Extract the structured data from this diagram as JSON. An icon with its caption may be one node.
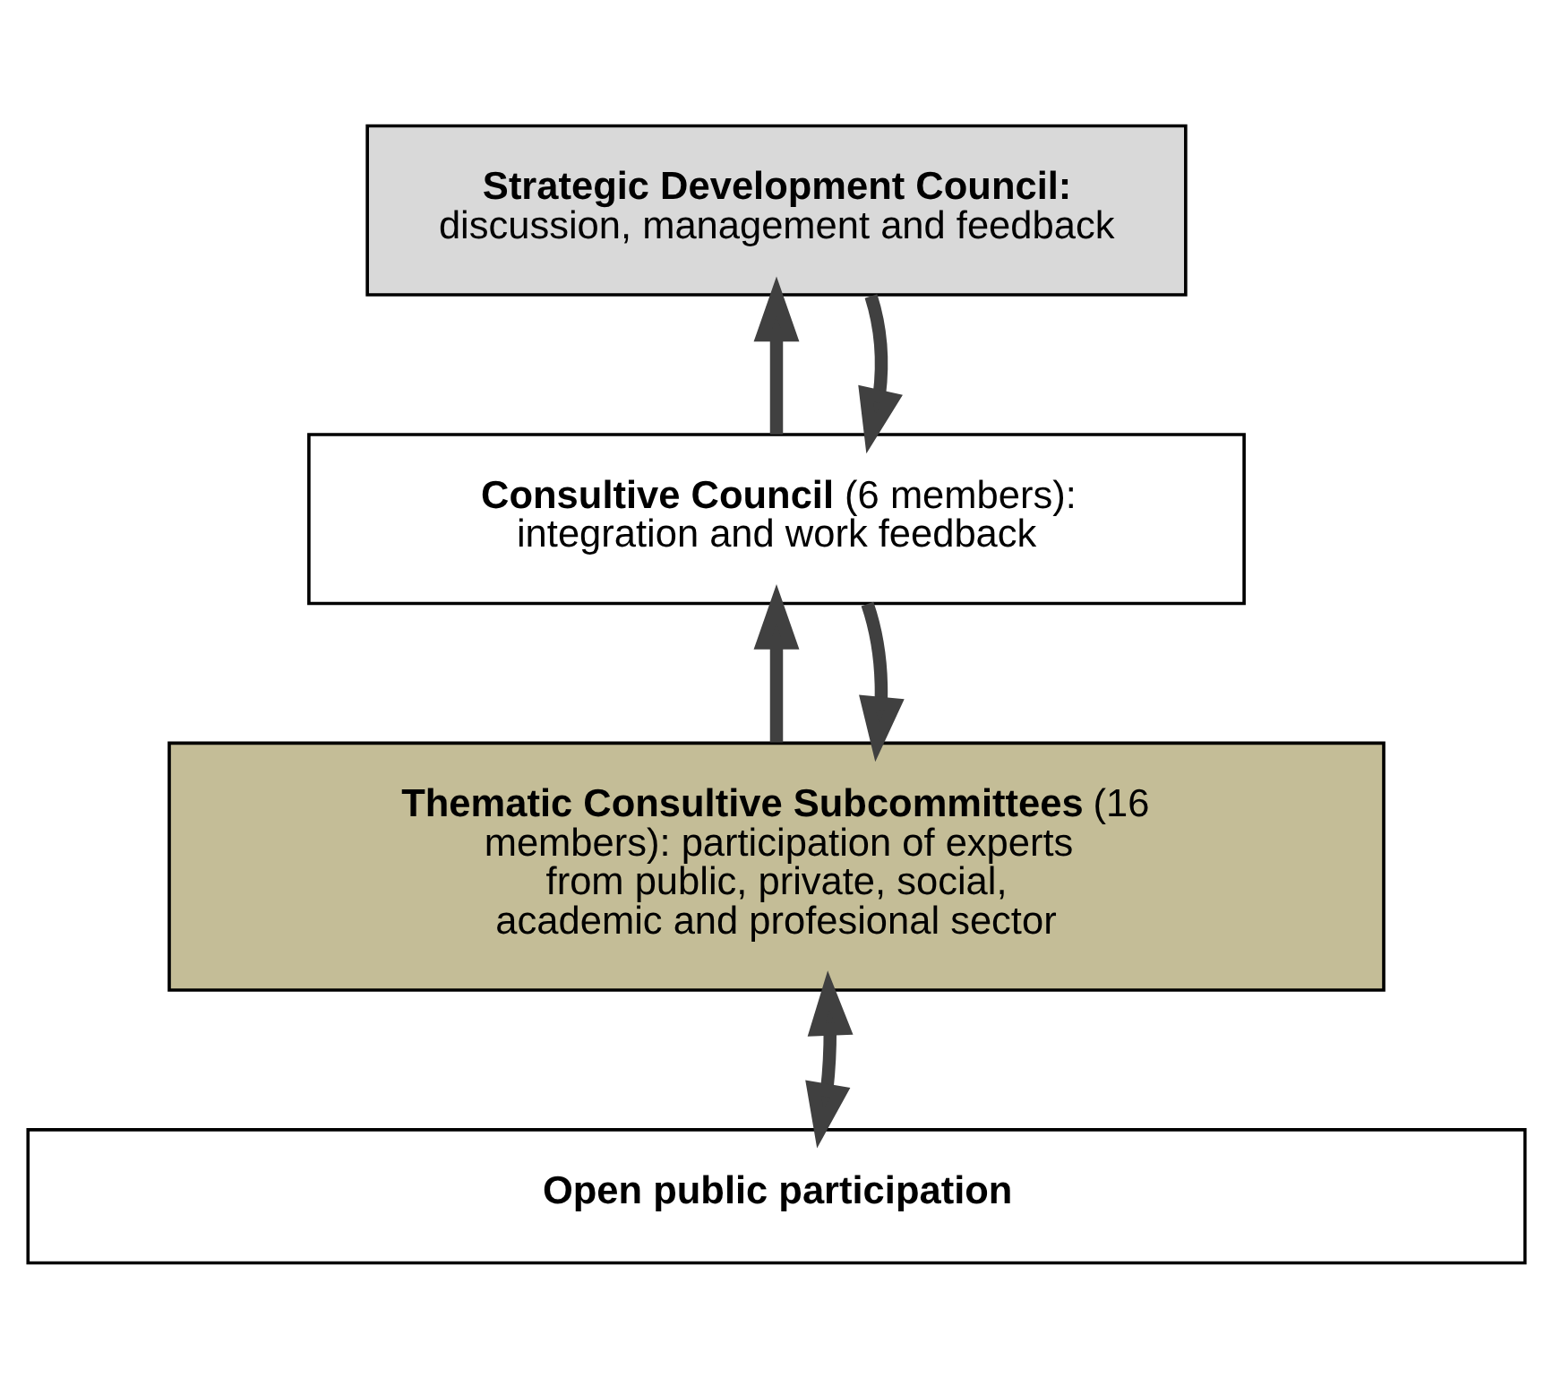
{
  "diagram": {
    "nodes": [
      {
        "text": [
          "**Strategic Development Council:** discussion, management and feedback"
        ]
      },
      {
        "text": [
          "**Consultive Council** (6 members): integration and work feedback"
        ]
      },
      {
        "text": [
          "**Thematic Consultive Subcommittees** (16 members): participation of experts from public, private, social, academic and profesional sector"
        ]
      },
      {
        "text": [
          "**Open public participation**"
        ]
      }
    ],
    "edges": [
      {
        "from": 2,
        "to": 1,
        "arrow": "to"
      },
      {
        "from": 1,
        "to": 0,
        "arrow": "to"
      },
      {
        "from": 0,
        "to": 1,
        "arrow": "to"
      },
      {
        "from": 1,
        "to": 2,
        "arrow": "to"
      },
      {
        "from": 3,
        "to": 2,
        "arrow": "both"
      }
    ]
  }
}
